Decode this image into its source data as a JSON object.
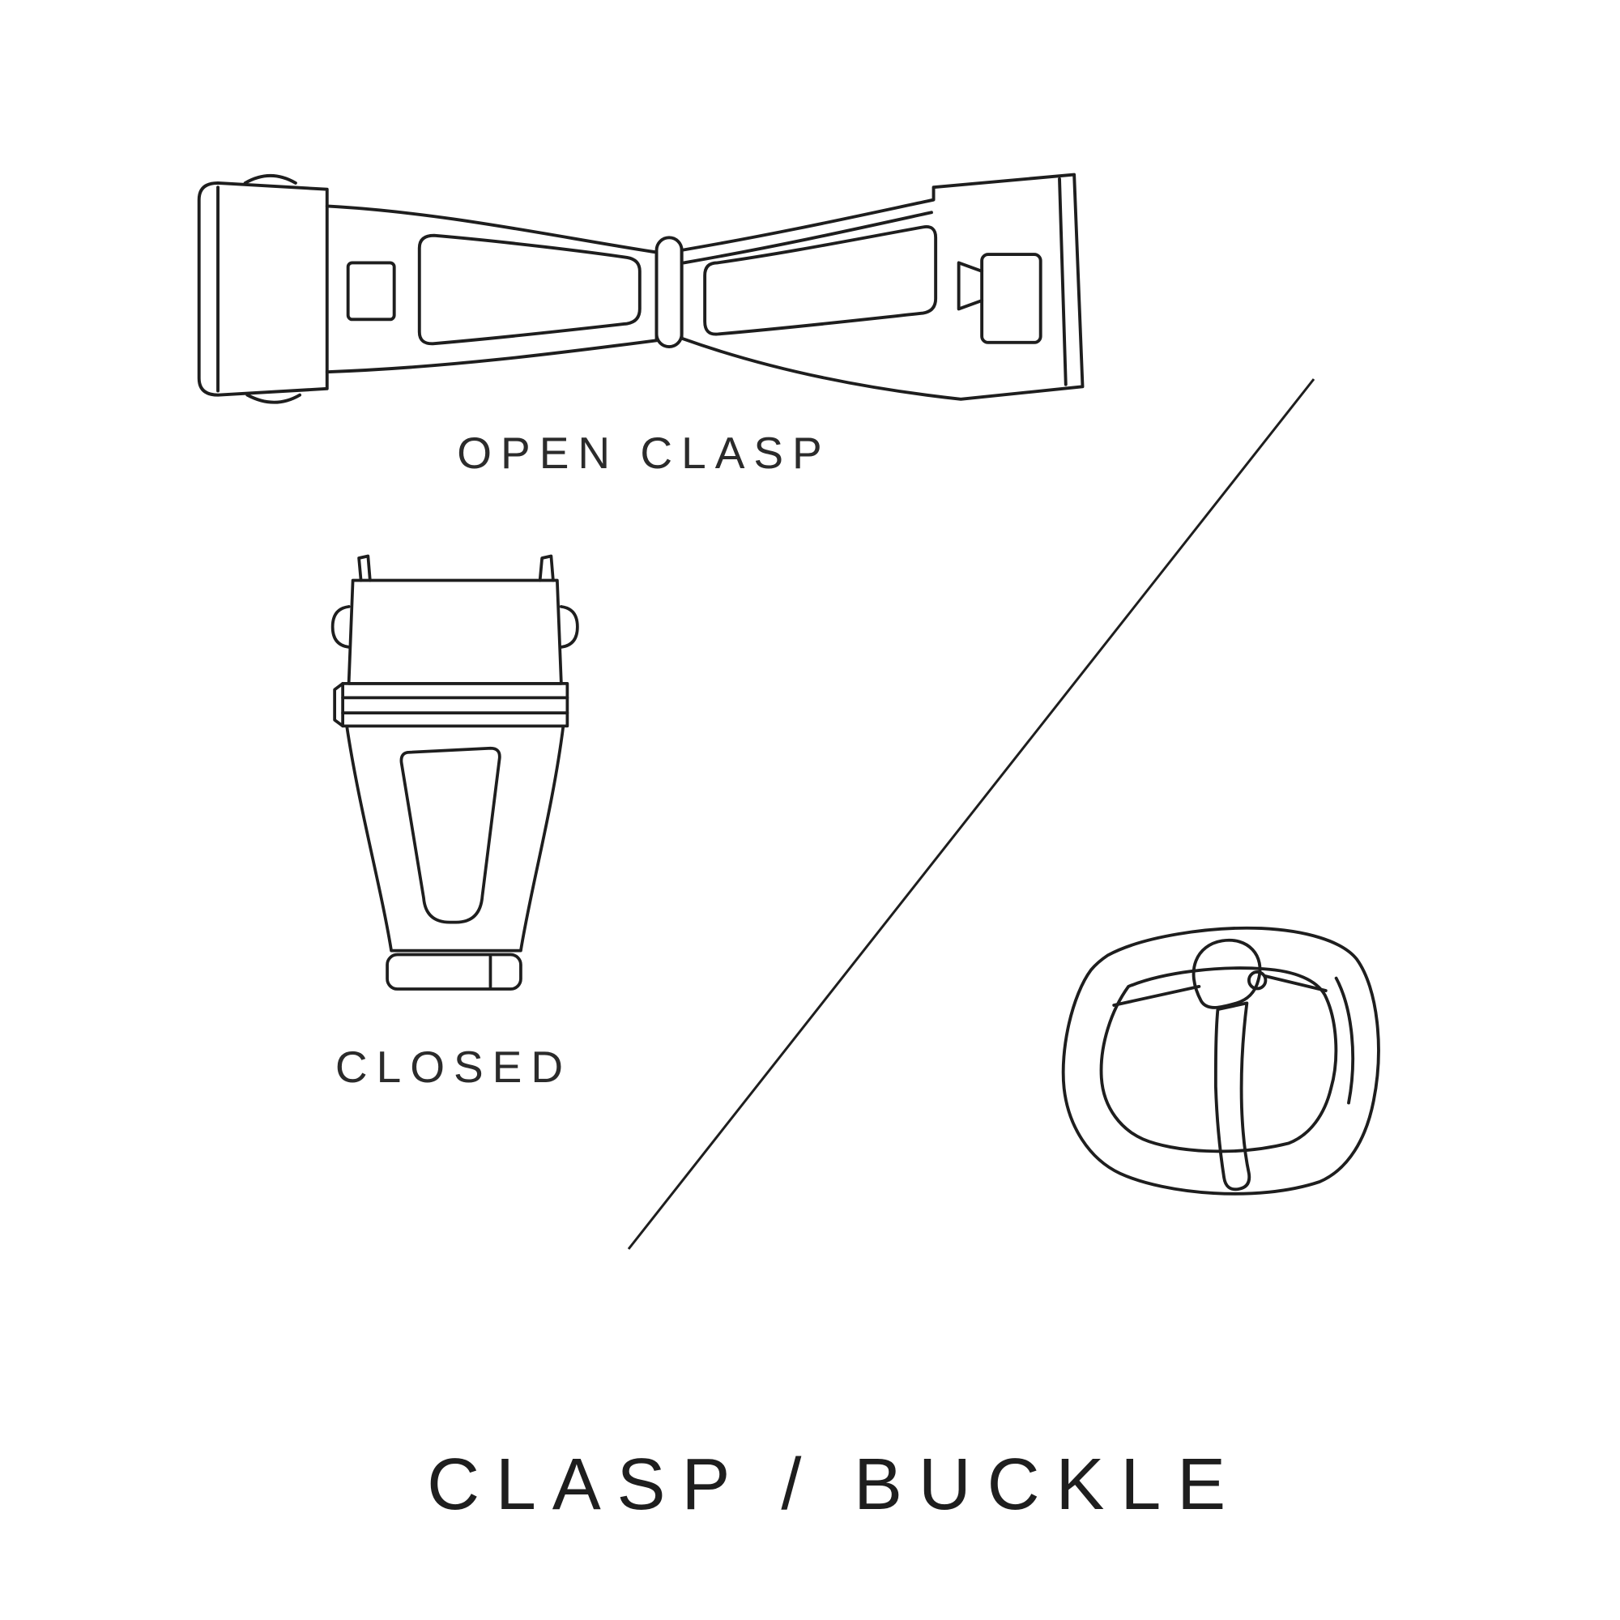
{
  "page": {
    "background_color": "#ffffff",
    "ink_color": "#1e1e1e"
  },
  "diagram": {
    "title": "CLASP / BUCKLE",
    "sections": {
      "open_clasp": {
        "label": "OPEN CLASP",
        "illustration": "open-clasp-line-drawing"
      },
      "closed_clasp": {
        "label": "CLOSED",
        "illustration": "closed-clasp-line-drawing"
      },
      "buckle": {
        "illustration": "tang-buckle-line-drawing"
      }
    },
    "divider": "diagonal-divider-line"
  }
}
